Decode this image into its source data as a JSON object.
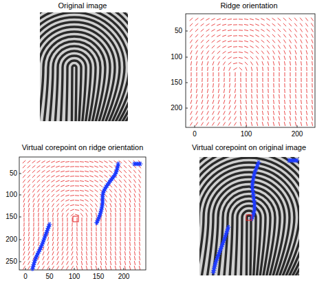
{
  "diagram": {
    "labels": [
      "Original image",
      "Ridge orientation",
      "Virtual corepoint on ridge orientation",
      "Virtual corepoint on original image",
      "50",
      "100",
      "150",
      "200",
      "0",
      "100",
      "200",
      "50",
      "100",
      "150",
      "200",
      "250",
      "0",
      "50",
      "100",
      "150",
      "200"
    ]
  }
}
